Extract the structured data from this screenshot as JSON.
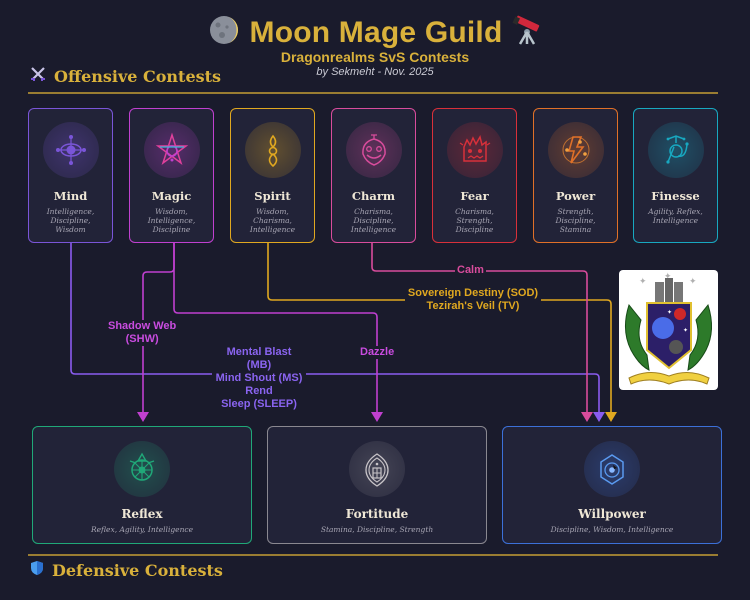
{
  "header": {
    "title": "Moon Mage Guild",
    "title_left_icon": "crescent-moon-icon",
    "title_right_icon": "telescope-icon",
    "subtitle": "Dragonrealms SvS Contests",
    "byline": "by Sekmeht -  Nov. 2025"
  },
  "sections": {
    "offensive": {
      "label": "Offensive Contests",
      "icon": "crossed-swords-icon"
    },
    "defensive": {
      "label": "Defensive Contests",
      "icon": "shield-icon"
    }
  },
  "colors": {
    "background": "#1a1b2c",
    "gold": "#d9b13b",
    "mind": "#7a55d8",
    "magic": "#c040d0",
    "spirit": "#e0a820",
    "charm": "#d84c9c",
    "fear": "#b8262c",
    "power": "#e07028",
    "finesse": "#18a8c0",
    "reflex": "#20a878",
    "fortitude": "#707078",
    "willpower": "#3c70d8"
  },
  "offensive": [
    {
      "name": "Mind",
      "stats": [
        "Intelligence,",
        "Discipline,",
        "Wisdom"
      ],
      "icon": "mind-eye-icon",
      "color": "#7a55d8"
    },
    {
      "name": "Magic",
      "stats": [
        "Wisdom,",
        "Intelligence,",
        "Discipline"
      ],
      "icon": "pentagram-icon",
      "color": "#c040d0"
    },
    {
      "name": "Spirit",
      "stats": [
        "Wisdom,",
        "Charisma,",
        "Intelligence"
      ],
      "icon": "spirit-flame-icon",
      "color": "#e0a820"
    },
    {
      "name": "Charm",
      "stats": [
        "Charisma,",
        "Discipline,",
        "Intelligence"
      ],
      "icon": "smiling-face-icon",
      "color": "#d84c9c"
    },
    {
      "name": "Fear",
      "stats": [
        "Charisma,",
        "Strength,",
        "Discipline"
      ],
      "icon": "frightened-face-icon",
      "color": "#d8303a"
    },
    {
      "name": "Power",
      "stats": [
        "Strength,",
        "Discipline,",
        "Stamina"
      ],
      "icon": "lightning-bolt-icon",
      "color": "#e07028"
    },
    {
      "name": "Finesse",
      "stats": [
        "Agility, Reflex,",
        "Intelligence"
      ],
      "icon": "finesse-figure-icon",
      "color": "#18a8c0"
    }
  ],
  "defensive": [
    {
      "name": "Reflex",
      "stats": "Reflex, Agility, Intelligence",
      "icon": "reflex-wheel-icon",
      "color": "#20a878"
    },
    {
      "name": "Fortitude",
      "stats": "Stamina, Discipline, Strength",
      "icon": "fortitude-shield-icon",
      "color": "#8a8890"
    },
    {
      "name": "Willpower",
      "stats": "Discipline, Wisdom, Intelligence",
      "icon": "willpower-gem-icon",
      "color": "#3c70d8"
    }
  ],
  "connections": [
    {
      "from": "Magic",
      "to": "Reflex",
      "label": [
        "Shadow Web",
        "(SHW)"
      ],
      "color": "#c040d0"
    },
    {
      "from": "Magic",
      "to": "Fortitude",
      "label": [
        "Dazzle"
      ],
      "color": "#c040d0"
    },
    {
      "from": "Mind",
      "to": "Willpower",
      "label": [
        "Mental Blast (MB)",
        "Mind Shout (MS)",
        "Rend",
        "Sleep (SLEEP)"
      ],
      "color": "#8a5cf0"
    },
    {
      "from": "Charm",
      "to": "Willpower",
      "label": [
        "Calm"
      ],
      "color": "#d84c9c"
    },
    {
      "from": "Spirit",
      "to": "Willpower",
      "label": [
        "Sovereign Destiny (SOD)",
        "Tezirah's Veil (TV)"
      ],
      "color": "#e0a820"
    }
  ],
  "crest": {
    "alt": "Moon Mage Guild crest"
  }
}
